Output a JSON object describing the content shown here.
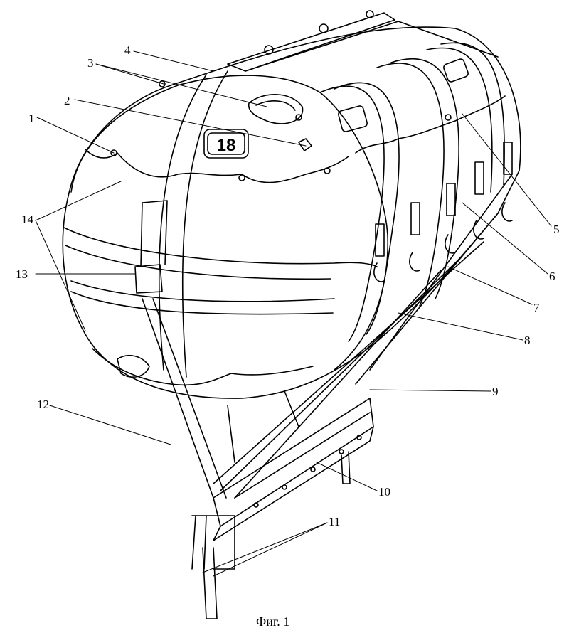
{
  "figure": {
    "caption": "Фиг. 1",
    "container_number": "18",
    "callouts": [
      {
        "id": "1",
        "text": "1"
      },
      {
        "id": "2",
        "text": "2"
      },
      {
        "id": "3",
        "text": "3"
      },
      {
        "id": "4",
        "text": "4"
      },
      {
        "id": "5",
        "text": "5"
      },
      {
        "id": "6",
        "text": "6"
      },
      {
        "id": "7",
        "text": "7"
      },
      {
        "id": "8",
        "text": "8"
      },
      {
        "id": "9",
        "text": "9"
      },
      {
        "id": "10",
        "text": "10"
      },
      {
        "id": "11",
        "text": "11"
      },
      {
        "id": "12",
        "text": "12"
      },
      {
        "id": "13",
        "text": "13"
      },
      {
        "id": "14",
        "text": "14"
      }
    ]
  }
}
